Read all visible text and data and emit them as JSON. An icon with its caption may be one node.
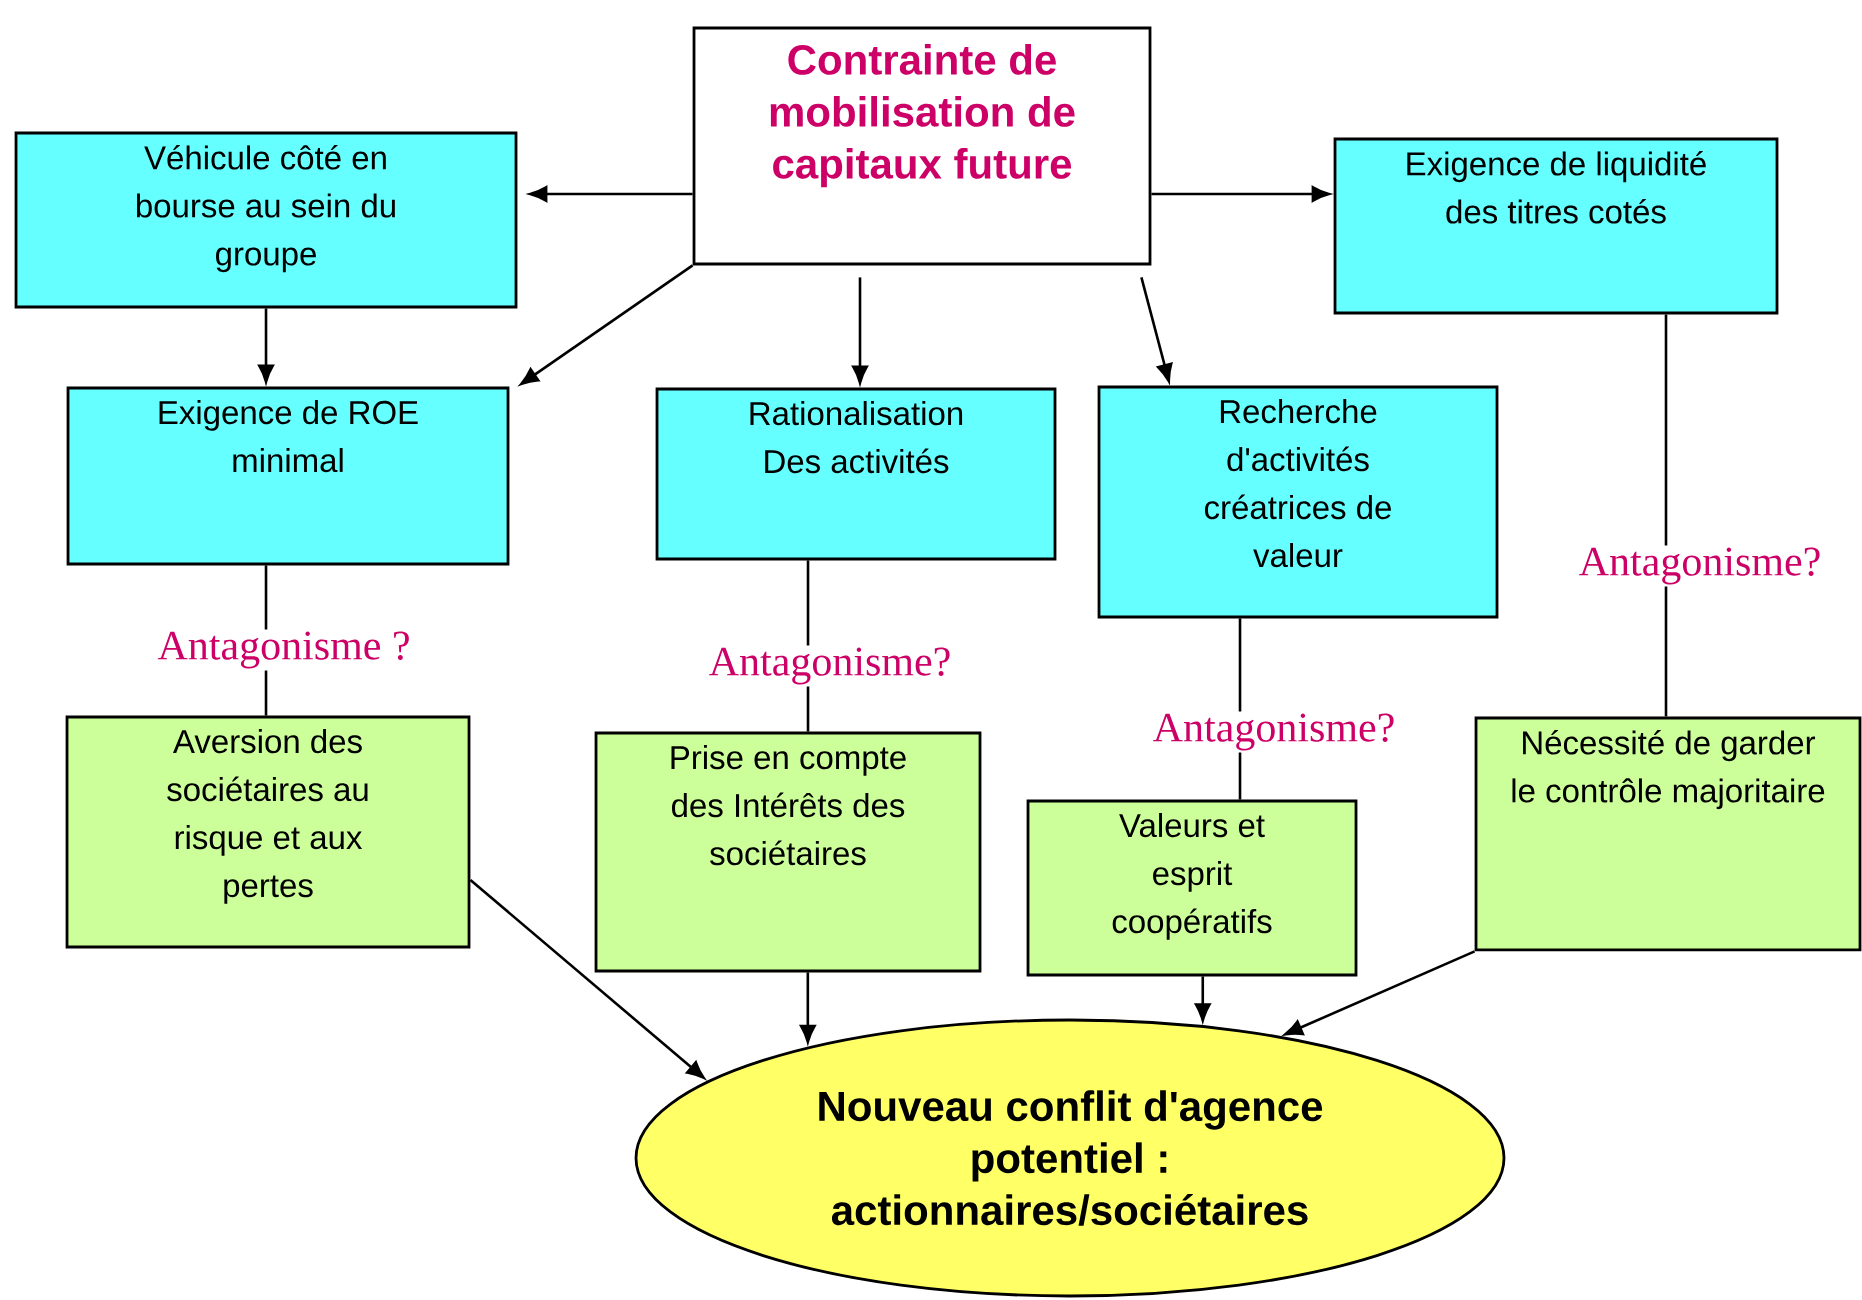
{
  "diagram": {
    "nodes": [
      {
        "text": [
          "Contrainte de mobilisation de capitaux future"
        ]
      },
      {
        "text": [
          "Véhicule côté en bourse au sein du groupe"
        ]
      },
      {
        "text": [
          "Exigence de liquidité des titres cotés"
        ]
      },
      {
        "text": [
          "Exigence de ROE minimal"
        ]
      },
      {
        "text": [
          "Rationalisation Des activités"
        ]
      },
      {
        "text": [
          "Recherche d'activités créatrices de valeur"
        ]
      },
      {
        "text": [
          "Aversion des sociétaires au risque et aux pertes"
        ]
      },
      {
        "text": [
          "Prise en compte des Intérêts des sociétaires"
        ]
      },
      {
        "text": [
          "Valeurs et esprit coopératifs"
        ]
      },
      {
        "text": [
          "Nécessité de garder le contrôle majoritaire"
        ]
      },
      {
        "text": [
          "Nouveau conflit d'agence potentiel : actionnaires/sociétaires"
        ]
      }
    ],
    "edges": [
      {
        "from": 0,
        "to": 1,
        "arrow": "to"
      },
      {
        "from": 0,
        "to": 2,
        "arrow": "to"
      },
      {
        "from": 0,
        "to": 3,
        "arrow": "to"
      },
      {
        "from": 0,
        "to": 4,
        "arrow": "to"
      },
      {
        "from": 0,
        "to": 5,
        "arrow": "to"
      },
      {
        "from": 1,
        "to": 3,
        "arrow": "to"
      },
      {
        "from": 3,
        "to": 6,
        "arrow": "none",
        "label": "Antagonisme ?"
      },
      {
        "from": 4,
        "to": 7,
        "arrow": "none",
        "label": "Antagonisme?"
      },
      {
        "from": 5,
        "to": 8,
        "arrow": "none",
        "label": "Antagonisme?"
      },
      {
        "from": 2,
        "to": 9,
        "arrow": "none",
        "label": "Antagonisme?"
      },
      {
        "from": 6,
        "to": 10,
        "arrow": "to"
      },
      {
        "from": 7,
        "to": 10,
        "arrow": "to"
      },
      {
        "from": 8,
        "to": 10,
        "arrow": "to"
      },
      {
        "from": 9,
        "to": 10,
        "arrow": "to"
      }
    ]
  }
}
